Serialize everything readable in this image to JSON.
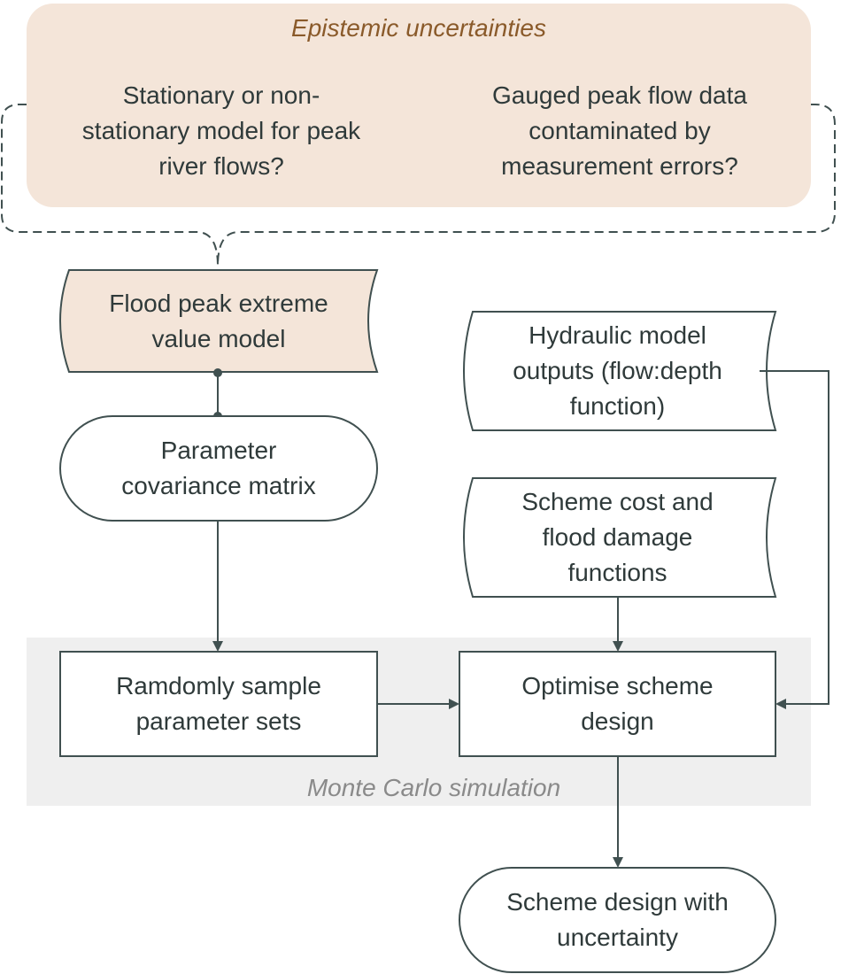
{
  "colors": {
    "line": "#405050",
    "tan_fill": "#f4e5d9",
    "mc_band": "#efefef",
    "tan_title": "#8a5a2a",
    "mc_text": "#8a8a8a"
  },
  "epistemic": {
    "title": "Epistemic uncertainties",
    "left_text": "Stationary or non-\nstationary model for peak\nriver flows?",
    "right_text": "Gauged peak flow data\ncontaminated by\nmeasurement errors?"
  },
  "nodes": {
    "flood_model": "Flood peak extreme\nvalue model",
    "covariance": "Parameter\ncovariance matrix",
    "hydraulic": "Hydraulic model\noutputs (flow:depth\nfunction)",
    "cost": "Scheme cost and\nflood damage\nfunctions",
    "sample": "Ramdomly sample\nparameter sets",
    "optimise": "Optimise scheme\ndesign",
    "result": "Scheme design with\nuncertainty"
  },
  "mc_label": "Monte Carlo simulation"
}
